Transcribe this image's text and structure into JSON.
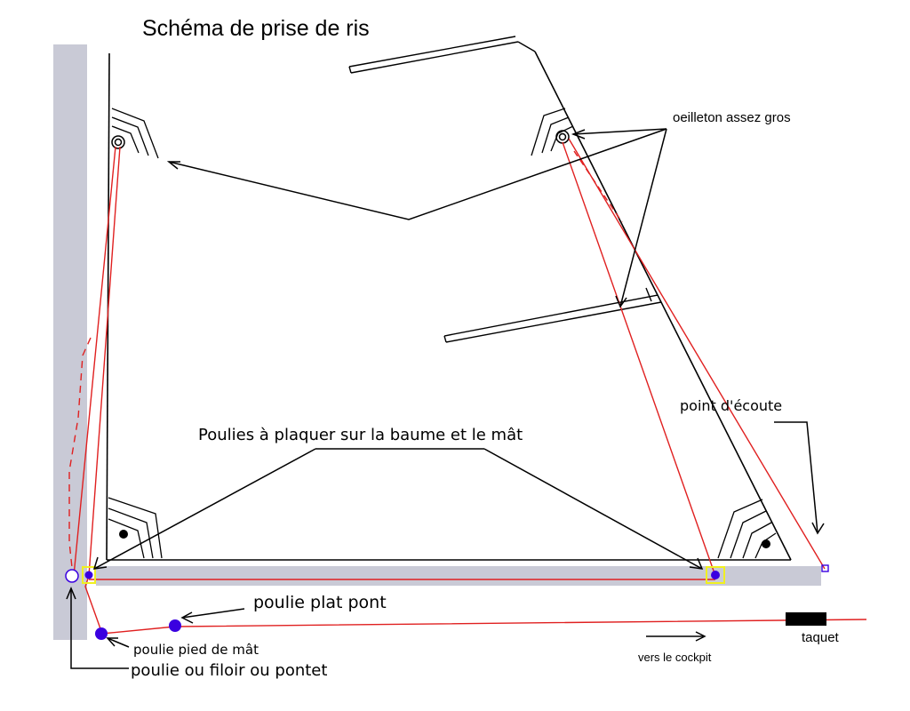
{
  "title": "Schéma de prise de ris",
  "labels": {
    "oeilleton": "oeilleton assez gros",
    "point_ecoute": "point d'écoute",
    "poulies_plaquer": "Poulies à plaquer sur la baume et le mât",
    "poulie_plat_pont": "poulie plat pont",
    "poulie_pied_mat": "poulie pied de mât",
    "poulie_filoir": "poulie ou filoir ou pontet",
    "vers_cockpit": "vers le cockpit",
    "taquet": "taquet"
  },
  "colors": {
    "mast_boom": "#c9cad6",
    "reef_line": "#e02020",
    "block": "#3a00e0",
    "highlight": "#f0f020",
    "ink": "#000000",
    "taquet": "#000000"
  }
}
